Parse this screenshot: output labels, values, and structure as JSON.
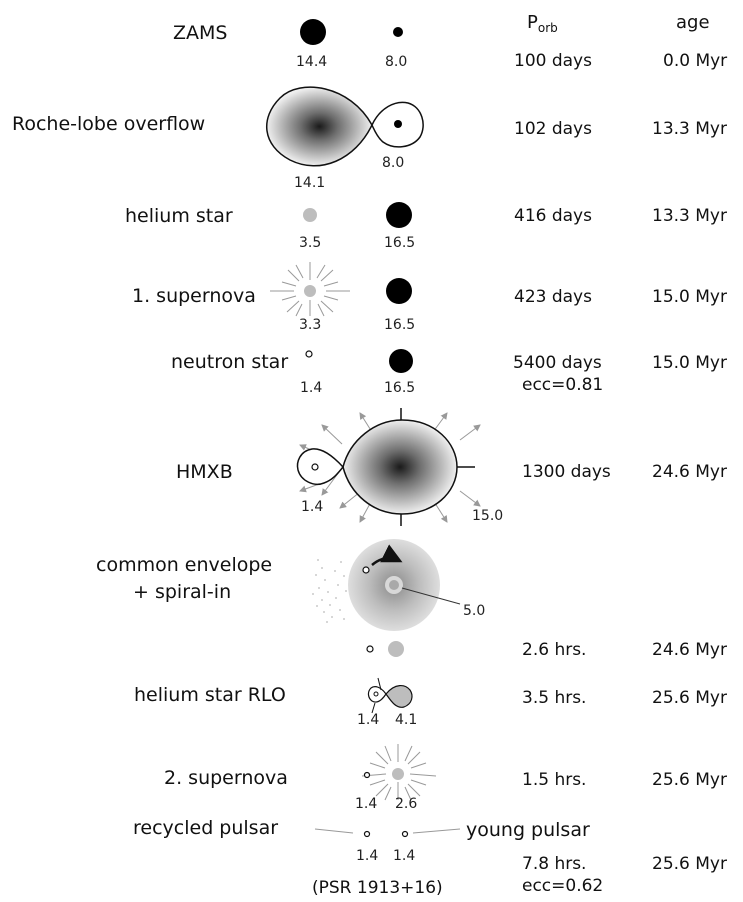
{
  "header": {
    "porb_main": "P",
    "porb_sub": "orb",
    "age": "age"
  },
  "stages": [
    {
      "label": "ZAMS",
      "m1": "14.4",
      "m2": "8.0",
      "porb": "100 days",
      "age": "0.0 Myr"
    },
    {
      "label": "Roche-lobe overflow",
      "m1": "14.1",
      "m2": "8.0",
      "porb": "102 days",
      "age": "13.3 Myr"
    },
    {
      "label": "helium star",
      "m1": "3.5",
      "m2": "16.5",
      "porb": "416 days",
      "age": "13.3 Myr"
    },
    {
      "label": "1. supernova",
      "m1": "3.3",
      "m2": "16.5",
      "porb": "423 days",
      "age": "15.0 Myr"
    },
    {
      "label": "neutron star",
      "m1": "1.4",
      "m2": "16.5",
      "porb": "5400 days",
      "ecc": "ecc=0.81",
      "age": "15.0 Myr"
    },
    {
      "label": "HMXB",
      "m1": "1.4",
      "m2": "15.0",
      "porb": "1300 days",
      "age": "24.6 Myr"
    },
    {
      "label_line1": "common envelope",
      "label_line2": "+ spiral-in",
      "m2": "5.0"
    },
    {
      "porb": "2.6 hrs.",
      "age": "24.6 Myr"
    },
    {
      "label": "helium star RLO",
      "m1": "1.4",
      "m2": "4.1",
      "porb": "3.5 hrs.",
      "age": "25.6 Myr"
    },
    {
      "label": "2. supernova",
      "m1": "1.4",
      "m2": "2.6",
      "porb": "1.5 hrs.",
      "age": "25.6 Myr"
    },
    {
      "label": "recycled pulsar",
      "label_right": "young pulsar",
      "m1": "1.4",
      "m2": "1.4",
      "porb": "7.8 hrs.",
      "ecc": "ecc=0.62",
      "age": "25.6 Myr",
      "note": "(PSR 1913+16)"
    }
  ]
}
